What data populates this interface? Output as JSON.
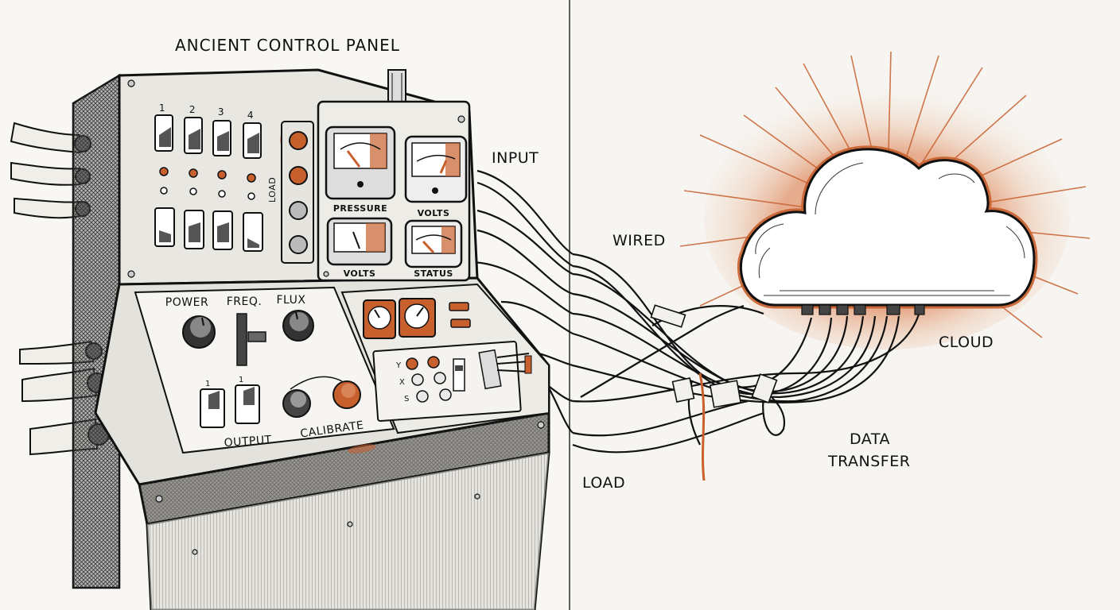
{
  "title": "ANCIENT CONTROL PANEL",
  "colors": {
    "paper": "#f7f6f3",
    "ink": "#111111",
    "accent": "#c8602e",
    "metal": "#e9e7e2",
    "shadow": "#3a3a3a"
  },
  "callouts": {
    "input": "INPUT",
    "wired": "WIRED",
    "cloud": "CLOUD",
    "data_transfer_line1": "DATA",
    "data_transfer_line2": "TRANSFER",
    "load": "LOAD"
  },
  "panel": {
    "switch_numbers": [
      "1",
      "2",
      "3",
      "4"
    ],
    "load_label": "LOAD",
    "gauges": [
      {
        "label": "PRESSURE"
      },
      {
        "label": "VOLTS"
      },
      {
        "label": "VOLTS"
      },
      {
        "label": "STATUS"
      }
    ],
    "controls": {
      "power": "POWER",
      "freq": "FREQ.",
      "flux": "FLUX",
      "output": "OUTPUT",
      "calibrate": "CALIBRATE",
      "output_switch_numbers": [
        "1",
        "1"
      ]
    },
    "keypad_row_marks": [
      "Y",
      "X",
      "S"
    ]
  }
}
